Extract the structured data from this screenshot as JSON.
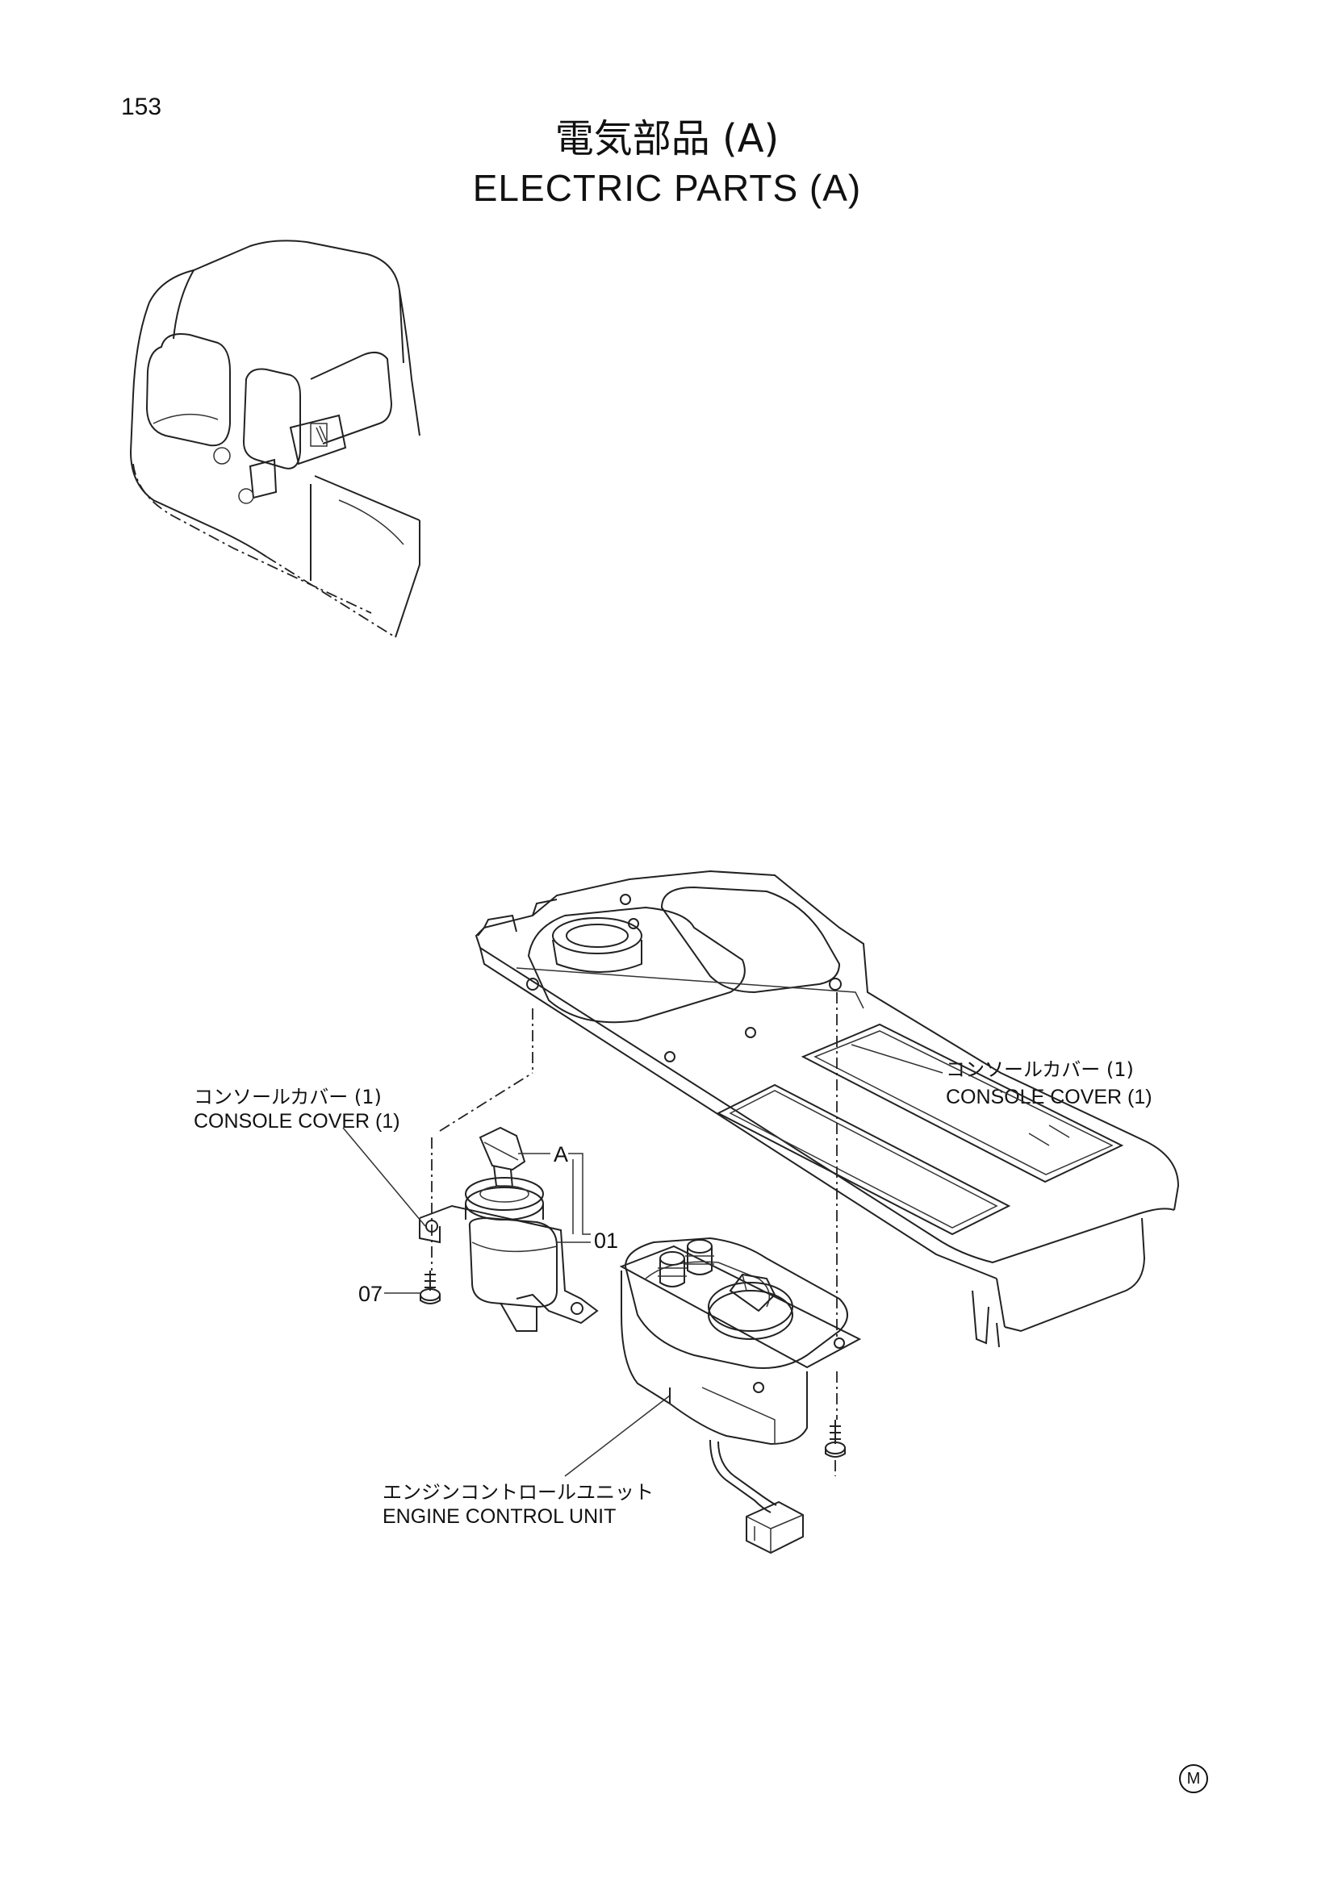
{
  "page": {
    "number": "153"
  },
  "title": {
    "ja": "電気部品 (A)",
    "en": "ELECTRIC  PARTS  (A)"
  },
  "labels": {
    "console_cover_left_ja": "コンソールカバー (1)",
    "console_cover_left_en": "CONSOLE COVER  (1)",
    "console_cover_right_ja": "コンソールカバー (1)",
    "console_cover_right_en": "CONSOLE COVER  (1)",
    "engine_control_unit_ja": "エンジンコントロールユニット",
    "engine_control_unit_en": "ENGINE  CONTROL  UNIT"
  },
  "callouts": {
    "a": "A",
    "part_01": "01",
    "part_07": "07"
  },
  "mark": "M"
}
